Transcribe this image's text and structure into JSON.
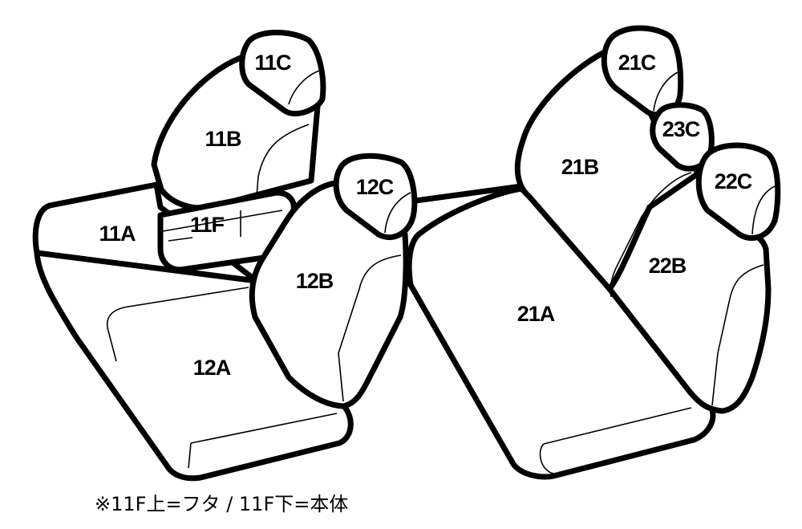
{
  "parts": {
    "p11A": "11A",
    "p11B": "11B",
    "p11C": "11C",
    "p11F": "11F",
    "p12A": "12A",
    "p12B": "12B",
    "p12C": "12C",
    "p21A": "21A",
    "p21B": "21B",
    "p21C": "21C",
    "p22B": "22B",
    "p22C": "22C",
    "p23C": "23C"
  },
  "note": "※11F上=フタ / 11F下=本体",
  "colors": {
    "stroke": "#000000",
    "fill": "#ffffff"
  }
}
